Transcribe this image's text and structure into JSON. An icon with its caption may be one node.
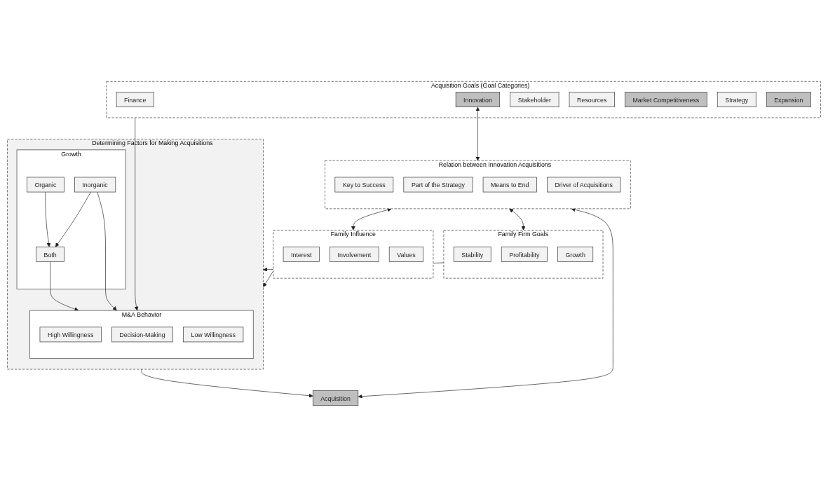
{
  "diagram": {
    "nodes": [
      {
        "text": [
          "Family Influence"
        ]
      },
      {
        "text": [
          "Interest"
        ],
        "in": 0
      },
      {
        "text": [
          "Involvement"
        ],
        "in": 0
      },
      {
        "text": [
          "Values"
        ],
        "in": 0
      },
      {
        "text": [
          "Family Firm Goals"
        ]
      },
      {
        "text": [
          "Stability"
        ],
        "in": 4
      },
      {
        "text": [
          "Profitability"
        ],
        "in": 4
      },
      {
        "text": [
          "Growth"
        ],
        "in": 4
      },
      {
        "text": [
          "Determining Factors for Making Acquisitions"
        ]
      },
      {
        "text": [
          "Growth"
        ],
        "in": 8
      },
      {
        "text": [
          "Organic"
        ],
        "in": 9
      },
      {
        "text": [
          "Both"
        ],
        "in": 9
      },
      {
        "text": [
          "Inorganic"
        ],
        "in": 9
      },
      {
        "text": [
          "M&A Behavior"
        ],
        "in": 8
      },
      {
        "text": [
          "High Willingness"
        ],
        "in": 13
      },
      {
        "text": [
          "Decision-Making"
        ],
        "in": 13
      },
      {
        "text": [
          "Low Willingness"
        ],
        "in": 13
      },
      {
        "text": [
          "Acquisition"
        ]
      },
      {
        "text": [
          "Acquisition Goals (Goal Categories)"
        ]
      },
      {
        "text": [
          "Finance"
        ],
        "in": 18
      },
      {
        "text": [
          "Innovation"
        ],
        "in": 18
      },
      {
        "text": [
          "Stakeholder"
        ],
        "in": 18
      },
      {
        "text": [
          "Resources"
        ],
        "in": 18
      },
      {
        "text": [
          "Market Competitiveness"
        ],
        "in": 18
      },
      {
        "text": [
          "Strategy"
        ],
        "in": 18
      },
      {
        "text": [
          "Expansion"
        ],
        "in": 18
      },
      {
        "text": [
          "Relation between Innovation Acquisitions"
        ]
      },
      {
        "text": [
          "Key to Success"
        ],
        "in": 26
      },
      {
        "text": [
          "Part of the Strategy"
        ],
        "in": 26
      },
      {
        "text": [
          "Means to End"
        ],
        "in": 26
      },
      {
        "text": [
          "Driver of Acquisitions"
        ],
        "in": 26
      }
    ],
    "edges": [
      {
        "from": 0,
        "to": 8,
        "arrow": "to"
      },
      {
        "from": 4,
        "to": 8,
        "arrow": "to"
      },
      {
        "from": 10,
        "to": 11,
        "arrow": "to"
      },
      {
        "from": 12,
        "to": 11,
        "arrow": "to"
      },
      {
        "from": 11,
        "to": 13,
        "arrow": "to"
      },
      {
        "from": 12,
        "to": 13,
        "arrow": "to"
      },
      {
        "from": 8,
        "to": 17,
        "arrow": "to"
      },
      {
        "from": 18,
        "to": 13,
        "arrow": "to"
      },
      {
        "from": 20,
        "to": 26,
        "arrow": "both"
      },
      {
        "from": 26,
        "to": 0,
        "arrow": "both"
      },
      {
        "from": 26,
        "to": 4,
        "arrow": "both"
      },
      {
        "from": 17,
        "to": 26,
        "arrow": "both"
      }
    ]
  }
}
